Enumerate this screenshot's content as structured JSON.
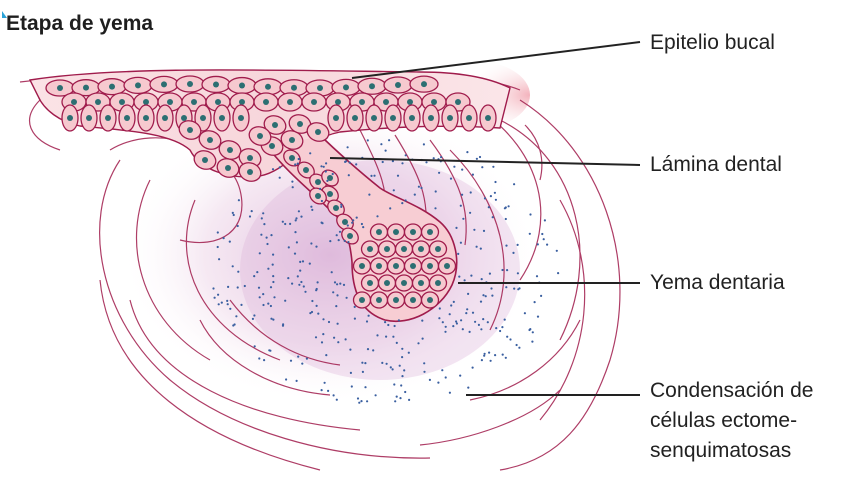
{
  "title": "Etapa de yema",
  "labels": {
    "epitelio": "Epitelio bucal",
    "lamina": "Lámina dental",
    "yema": "Yema dentaria",
    "condensacion_1": "Condensación de",
    "condensacion_2": "células ectome-",
    "condensacion_3": "senquimatosas"
  },
  "colors": {
    "cell_fill": "#f6c9cf",
    "cell_outline": "#a01c4c",
    "nucleus": "#2c6f72",
    "mesenchyme_dots": "#3a5fa0",
    "fibers": "#a01c4c",
    "halo": "#e8c6e0",
    "leader_line": "#222222"
  }
}
